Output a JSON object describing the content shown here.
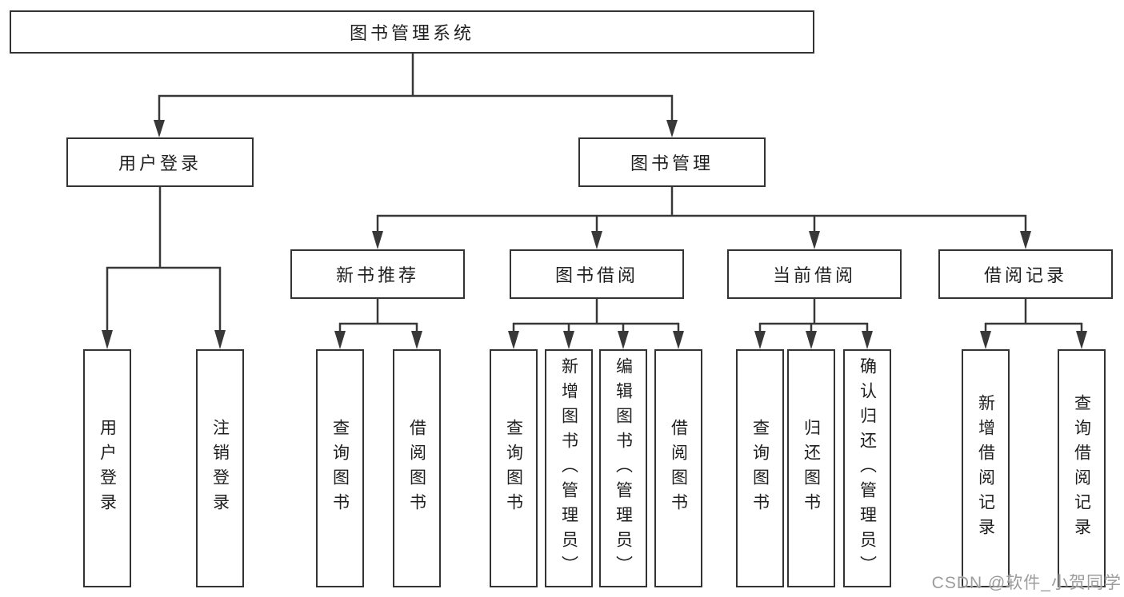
{
  "diagram": {
    "root": {
      "label": "图书管理系统"
    },
    "branches": [
      {
        "label": "用户登录",
        "children": [
          {
            "label": "用户登录"
          },
          {
            "label": "注销登录"
          }
        ]
      },
      {
        "label": "图书管理",
        "groups": [
          {
            "label": "新书推荐",
            "children": [
              {
                "label": "查询图书"
              },
              {
                "label": "借阅图书"
              }
            ]
          },
          {
            "label": "图书借阅",
            "children": [
              {
                "label": "查询图书"
              },
              {
                "label": "新增图书（管理员）"
              },
              {
                "label": "编辑图书（管理员）"
              },
              {
                "label": "借阅图书"
              }
            ]
          },
          {
            "label": "当前借阅",
            "children": [
              {
                "label": "查询图书"
              },
              {
                "label": "归还图书"
              },
              {
                "label": "确认归还（管理员）"
              }
            ]
          },
          {
            "label": "借阅记录",
            "children": [
              {
                "label": "新增借阅记录"
              },
              {
                "label": "查询借阅记录"
              }
            ]
          }
        ]
      }
    ],
    "watermark": "CSDN @软件_小贺同学",
    "colors": {
      "background": "#ffffff",
      "line": "#383838",
      "box_border": "#333333",
      "text": "#1f1f1f",
      "watermark": "#9c9c9c"
    }
  }
}
